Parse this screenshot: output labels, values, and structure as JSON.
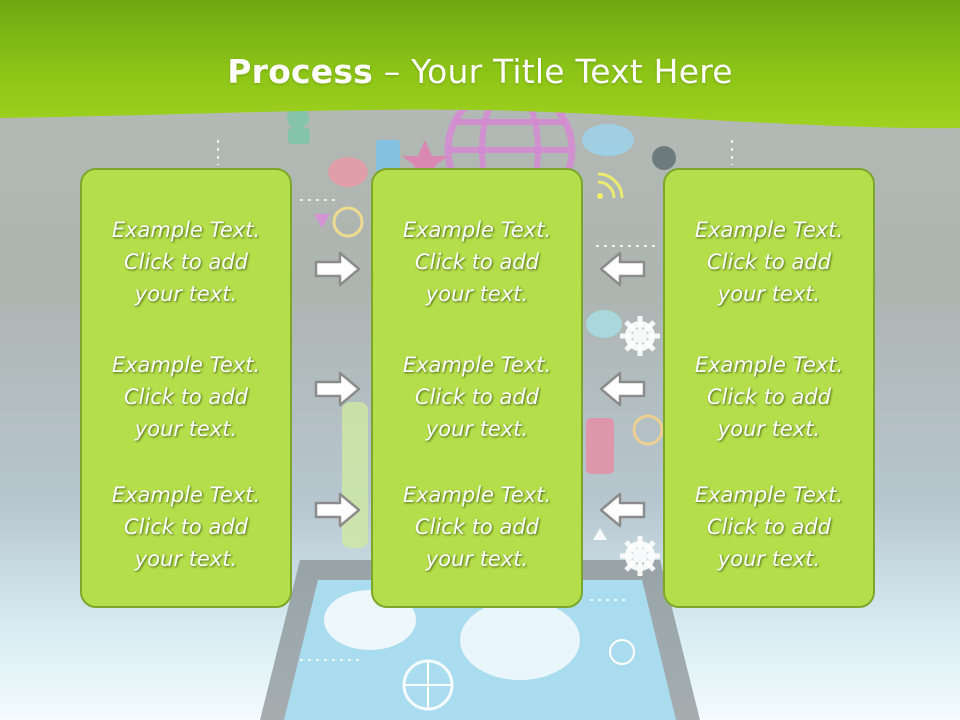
{
  "header": {
    "title_bold": "Process",
    "title_rest": " – Your Title Text Here"
  },
  "colors": {
    "header_green": "#8cc416",
    "panel_fill": "#b4df4a",
    "panel_border": "#7da72a",
    "arrow_fill": "#ffffff",
    "arrow_stroke": "#8c8c8c"
  },
  "columns": [
    {
      "items": [
        {
          "line1": "Example Text.",
          "line2": "Click  to add",
          "line3": "your text."
        },
        {
          "line1": "Example Text.",
          "line2": "Click  to add",
          "line3": "your text."
        },
        {
          "line1": "Example Text.",
          "line2": "Click  to add",
          "line3": "your text."
        }
      ]
    },
    {
      "items": [
        {
          "line1": "Example Text.",
          "line2": "Click  to add",
          "line3": "your text."
        },
        {
          "line1": "Example Text.",
          "line2": "Click  to add",
          "line3": "your text."
        },
        {
          "line1": "Example Text.",
          "line2": "Click  to add",
          "line3": "your text."
        }
      ]
    },
    {
      "items": [
        {
          "line1": "Example Text.",
          "line2": "Click  to add",
          "line3": "your text."
        },
        {
          "line1": "Example Text.",
          "line2": "Click  to add",
          "line3": "your text."
        },
        {
          "line1": "Example Text.",
          "line2": "Click  to add",
          "line3": "your text."
        }
      ]
    }
  ],
  "arrows": {
    "left_group_direction": "right",
    "right_group_direction": "left"
  }
}
